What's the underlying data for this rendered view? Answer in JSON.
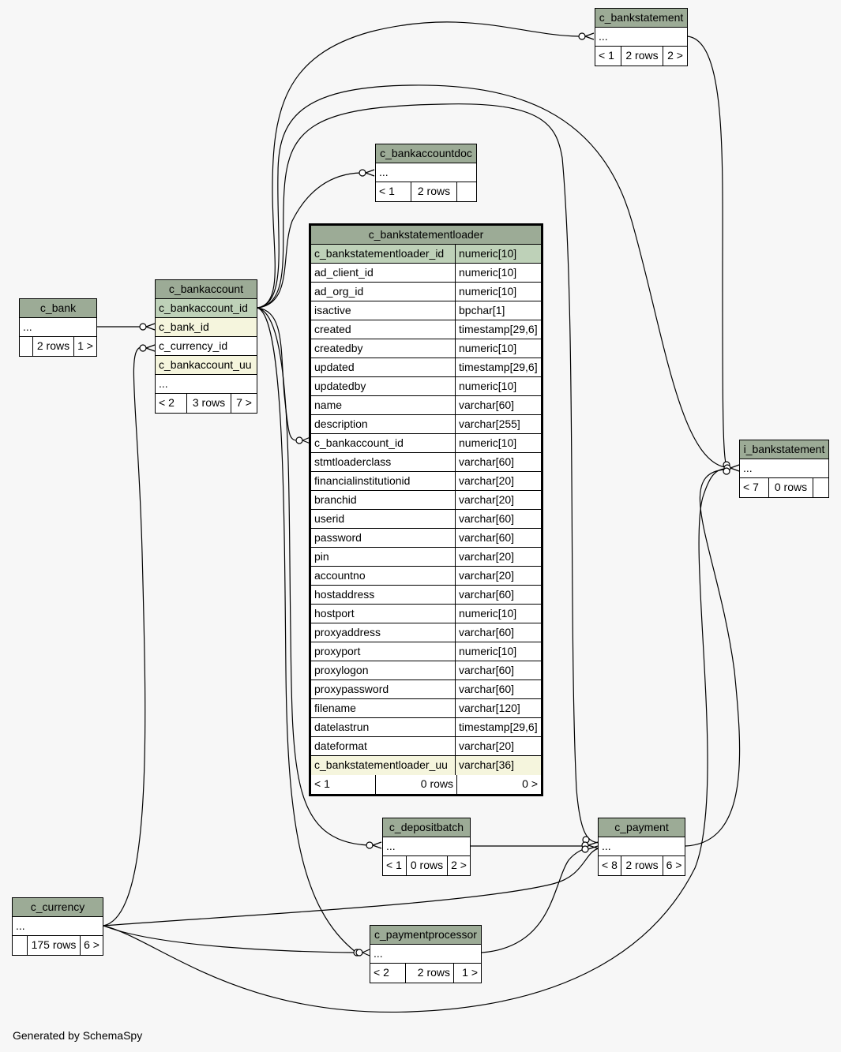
{
  "tables": {
    "c_bankstatement": {
      "name": "c_bankstatement",
      "rows": [
        "..."
      ],
      "footer": [
        "< 1",
        "2 rows",
        "2 >"
      ]
    },
    "c_bankaccountdoc": {
      "name": "c_bankaccountdoc",
      "rows": [
        "..."
      ],
      "footer": [
        "< 1",
        "2 rows",
        ""
      ]
    },
    "c_bank": {
      "name": "c_bank",
      "rows": [
        "..."
      ],
      "footer": [
        "",
        "2 rows",
        "1 >"
      ]
    },
    "c_bankaccount": {
      "name": "c_bankaccount",
      "rows": [
        "c_bankaccount_id",
        "c_bank_id",
        "c_currency_id",
        "c_bankaccount_uu",
        "..."
      ],
      "footer": [
        "< 2",
        "3 rows",
        "7 >"
      ]
    },
    "i_bankstatement": {
      "name": "i_bankstatement",
      "rows": [
        "..."
      ],
      "footer": [
        "< 7",
        "0 rows",
        ""
      ]
    },
    "c_depositbatch": {
      "name": "c_depositbatch",
      "rows": [
        "..."
      ],
      "footer": [
        "< 1",
        "0 rows",
        "2 >"
      ]
    },
    "c_payment": {
      "name": "c_payment",
      "rows": [
        "..."
      ],
      "footer": [
        "< 8",
        "2 rows",
        "6 >"
      ]
    },
    "c_currency": {
      "name": "c_currency",
      "rows": [
        "..."
      ],
      "footer": [
        "",
        "175 rows",
        "6 >"
      ]
    },
    "c_paymentprocessor": {
      "name": "c_paymentprocessor",
      "rows": [
        "..."
      ],
      "footer": [
        "< 2",
        "2 rows",
        "1 >"
      ]
    },
    "c_bankstatementloader": {
      "name": "c_bankstatementloader",
      "columns": [
        {
          "name": "c_bankstatementloader_id",
          "type": "numeric[10]"
        },
        {
          "name": "ad_client_id",
          "type": "numeric[10]"
        },
        {
          "name": "ad_org_id",
          "type": "numeric[10]"
        },
        {
          "name": "isactive",
          "type": "bpchar[1]"
        },
        {
          "name": "created",
          "type": "timestamp[29,6]"
        },
        {
          "name": "createdby",
          "type": "numeric[10]"
        },
        {
          "name": "updated",
          "type": "timestamp[29,6]"
        },
        {
          "name": "updatedby",
          "type": "numeric[10]"
        },
        {
          "name": "name",
          "type": "varchar[60]"
        },
        {
          "name": "description",
          "type": "varchar[255]"
        },
        {
          "name": "c_bankaccount_id",
          "type": "numeric[10]"
        },
        {
          "name": "stmtloaderclass",
          "type": "varchar[60]"
        },
        {
          "name": "financialinstitutionid",
          "type": "varchar[20]"
        },
        {
          "name": "branchid",
          "type": "varchar[20]"
        },
        {
          "name": "userid",
          "type": "varchar[60]"
        },
        {
          "name": "password",
          "type": "varchar[60]"
        },
        {
          "name": "pin",
          "type": "varchar[20]"
        },
        {
          "name": "accountno",
          "type": "varchar[20]"
        },
        {
          "name": "hostaddress",
          "type": "varchar[60]"
        },
        {
          "name": "hostport",
          "type": "numeric[10]"
        },
        {
          "name": "proxyaddress",
          "type": "varchar[60]"
        },
        {
          "name": "proxyport",
          "type": "numeric[10]"
        },
        {
          "name": "proxylogon",
          "type": "varchar[60]"
        },
        {
          "name": "proxypassword",
          "type": "varchar[60]"
        },
        {
          "name": "filename",
          "type": "varchar[120]"
        },
        {
          "name": "datelastrun",
          "type": "timestamp[29,6]"
        },
        {
          "name": "dateformat",
          "type": "varchar[20]"
        },
        {
          "name": "c_bankstatementloader_uu",
          "type": "varchar[36]"
        }
      ],
      "footer": [
        "< 1",
        "0 rows",
        "0 >"
      ]
    }
  },
  "footer_text": "Generated by SchemaSpy",
  "colors": {
    "header": "#9cab96",
    "primary_key": "#bed1b8",
    "indexed": "#f5f5dd",
    "background": "#f7f7f7"
  }
}
